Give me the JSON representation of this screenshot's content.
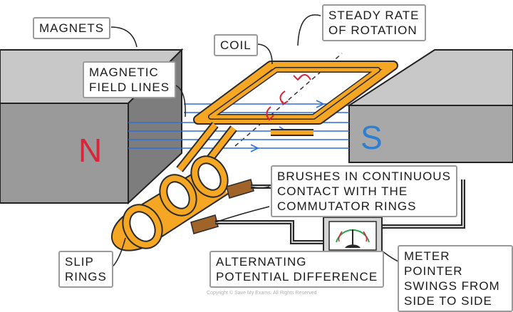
{
  "labels": {
    "magnets": "MAGNETS",
    "magnetic_field_lines": "MAGNETIC\nFIELD LINES",
    "coil": "COIL",
    "steady_rate": "STEADY RATE\nOF ROTATION",
    "brushes": "BRUSHES IN CONTINUOUS\nCONTACT WITH THE\nCOMMUTATOR RINGS",
    "alternating_pd": "ALTERNATING\nPOTENTIAL DIFFERENCE",
    "meter_pointer": "METER POINTER\nSWINGS FROM\nSIDE TO SIDE",
    "slip_rings": "SLIP\nRINGS"
  },
  "poles": {
    "north": "N",
    "south": "S"
  },
  "copyright": "Copyright © Save My Exams. All Rights Reserved",
  "colors": {
    "north": "#d6263b",
    "south": "#2f7fd1",
    "coil": "#f5a623",
    "field_lines": "#2e6fd8",
    "magnet_face": "#9a9a9a",
    "magnet_top": "#c8c8c8",
    "rotation_arrow": "#d6263b"
  }
}
